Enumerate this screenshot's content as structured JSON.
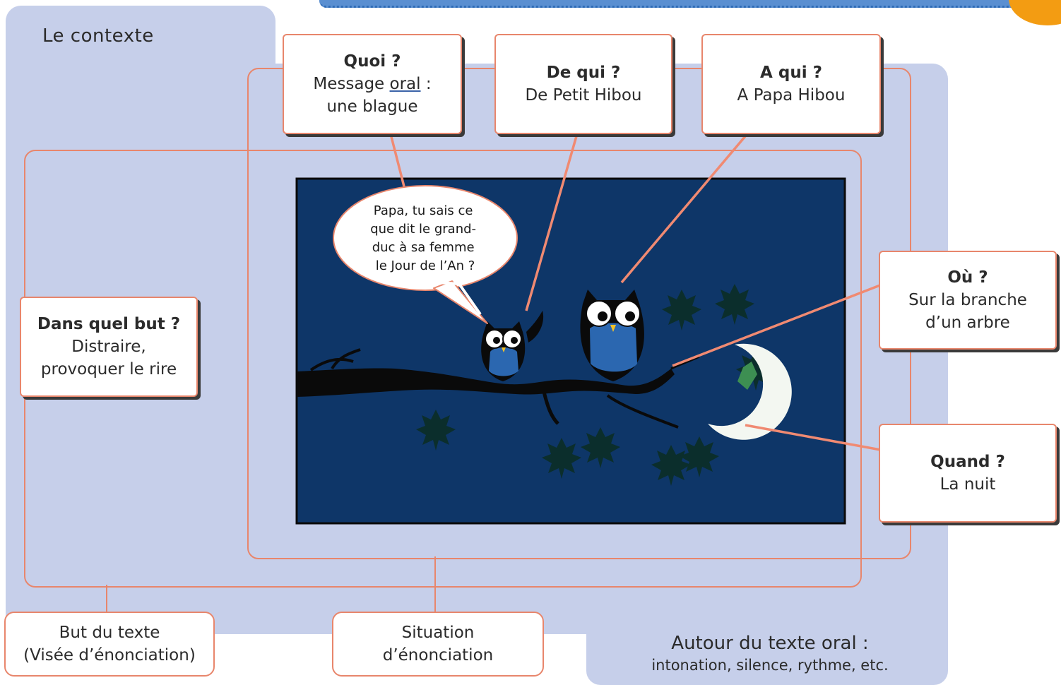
{
  "context_title": "Le contexte",
  "boxes": {
    "quoi": {
      "question": "Quoi ?",
      "line1_prefix": "Message ",
      "line1_underlined": "oral",
      "line1_suffix": " :",
      "line2": "une blague"
    },
    "de_qui": {
      "question": "De qui ?",
      "line1": "De Petit Hibou"
    },
    "a_qui": {
      "question": "A qui ?",
      "line1": "A Papa Hibou"
    },
    "ou": {
      "question": "Où ?",
      "line1": "Sur la branche",
      "line2": "d’un arbre"
    },
    "quand": {
      "question": "Quand ?",
      "line1": "La nuit"
    },
    "but": {
      "question": "Dans quel but ?",
      "line1": "Distraire,",
      "line2": "provoquer le rire"
    }
  },
  "bottom_labels": {
    "but_du_texte": {
      "line1": "But du texte",
      "line2": "(Visée d’énonciation)"
    },
    "situation": {
      "line1": "Situation",
      "line2": "d’énonciation"
    }
  },
  "oral": {
    "title": "Autour du texte oral :",
    "subtitle": "intonation, silence, rythme, etc."
  },
  "speech_bubble": [
    "Papa, tu sais ce",
    "que dit le grand-",
    "duc à sa femme",
    "le Jour de l’An ?"
  ],
  "colors": {
    "panel": "#c6cfea",
    "frame": "#e8866c",
    "arrow": "#f08a72",
    "night": "#0e3668",
    "owl_body": "#2b67b0"
  }
}
